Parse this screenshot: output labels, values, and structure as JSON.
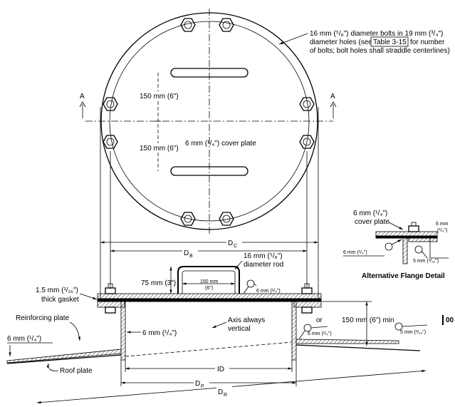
{
  "plan_view": {
    "bolt_note": "16 mm (5/8\") diameter bolts in 19 mm (3/4\") diameter holes (see Table 3-15 for number of bolts; bolt holes shall straddle centerlines)",
    "bolt_note_line1": "16 mm (⁵/₈\") diameter bolts in 19 mm (³/₄\")",
    "bolt_note_line2a": "diameter holes (see",
    "bolt_note_ref": "Table 3-15",
    "bolt_note_line2b": "for number",
    "bolt_note_line3": "of bolts; bolt holes shall straddle centerlines)",
    "section_mark": "A",
    "spacing_label": "150 mm (6\")",
    "cover_plate_label": "6 mm (¹/₄\") cover plate",
    "dim_dc": "D",
    "dim_dc_sub": "C",
    "dim_db": "D",
    "dim_db_sub": "B"
  },
  "section_view": {
    "rod_label_line1": "16 mm (⁵/₈\")",
    "rod_label_line2": "diameter rod",
    "height_label": "75 mm (3\")",
    "rod_span_line1": "150 mm",
    "rod_span_line2": "(6\")",
    "weld_cover": "6 mm (¹/₄\")",
    "gasket_line1": "1.5 mm (¹/₁₆\")",
    "gasket_line2": "thick gasket",
    "reinforcing_plate": "Reinforcing plate",
    "weld_reinf": "6 mm (¹/₄\")",
    "neck_weld": "6 mm (¹/₄\")",
    "axis_line1": "Axis always",
    "axis_line2": "vertical",
    "or_label": "or",
    "fillet_small_1": "6 mm (¹/₄\")",
    "fillet_small_2": "5 mm (³/₁₆\")",
    "projection_label": "150 mm (6\") min",
    "roof_plate": "Roof plate",
    "dim_id": "ID",
    "dim_dp": "D",
    "dim_dp_sub": "P",
    "dim_dr": "D",
    "dim_dr_sub": "R",
    "edge_mark": "00"
  },
  "flange_detail": {
    "cover_thickness": "6 mm (¹/₄\")",
    "cover_label": "cover plate",
    "right_weld_1": "6 mm",
    "right_weld_2": "(¹/₄\")",
    "left_weld": "6 mm (¹/₄\")",
    "small_weld": "5 mm (³/₁₆\")",
    "title": "Alternative Flange Detail"
  }
}
